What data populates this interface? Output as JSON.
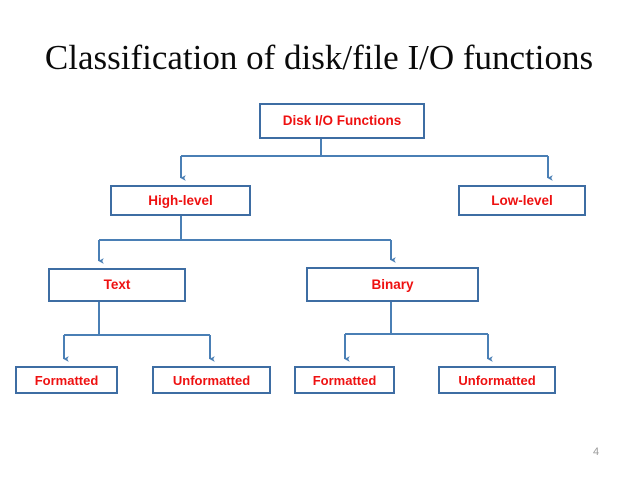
{
  "slide": {
    "title": "Classification of disk/file I/O functions",
    "page_number": "4",
    "background_color": "#ffffff",
    "title_color": "#0a0a0a",
    "node_text_color": "#ee1111",
    "node_border_color": "#3e6da3",
    "connector_color": "#4a7fb5",
    "page_number_color": "#9a9a9a"
  },
  "diagram": {
    "type": "tree",
    "nodes": {
      "root": {
        "label": "Disk I/O Functions",
        "level": 1
      },
      "high": {
        "label": "High-level",
        "level": 2
      },
      "low": {
        "label": "Low-level",
        "level": 2
      },
      "text": {
        "label": "Text",
        "level": 3
      },
      "binary": {
        "label": "Binary",
        "level": 3
      },
      "text_formatted": {
        "label": "Formatted",
        "level": 4
      },
      "text_unformatted": {
        "label": "Unformatted",
        "level": 4
      },
      "binary_formatted": {
        "label": "Formatted",
        "level": 4
      },
      "binary_unformatted": {
        "label": "Unformatted",
        "level": 4
      }
    },
    "edges": [
      {
        "from": "root",
        "to": "high"
      },
      {
        "from": "root",
        "to": "low"
      },
      {
        "from": "high",
        "to": "text"
      },
      {
        "from": "high",
        "to": "binary"
      },
      {
        "from": "text",
        "to": "text_formatted"
      },
      {
        "from": "text",
        "to": "text_unformatted"
      },
      {
        "from": "binary",
        "to": "binary_formatted"
      },
      {
        "from": "binary",
        "to": "binary_unformatted"
      }
    ]
  }
}
